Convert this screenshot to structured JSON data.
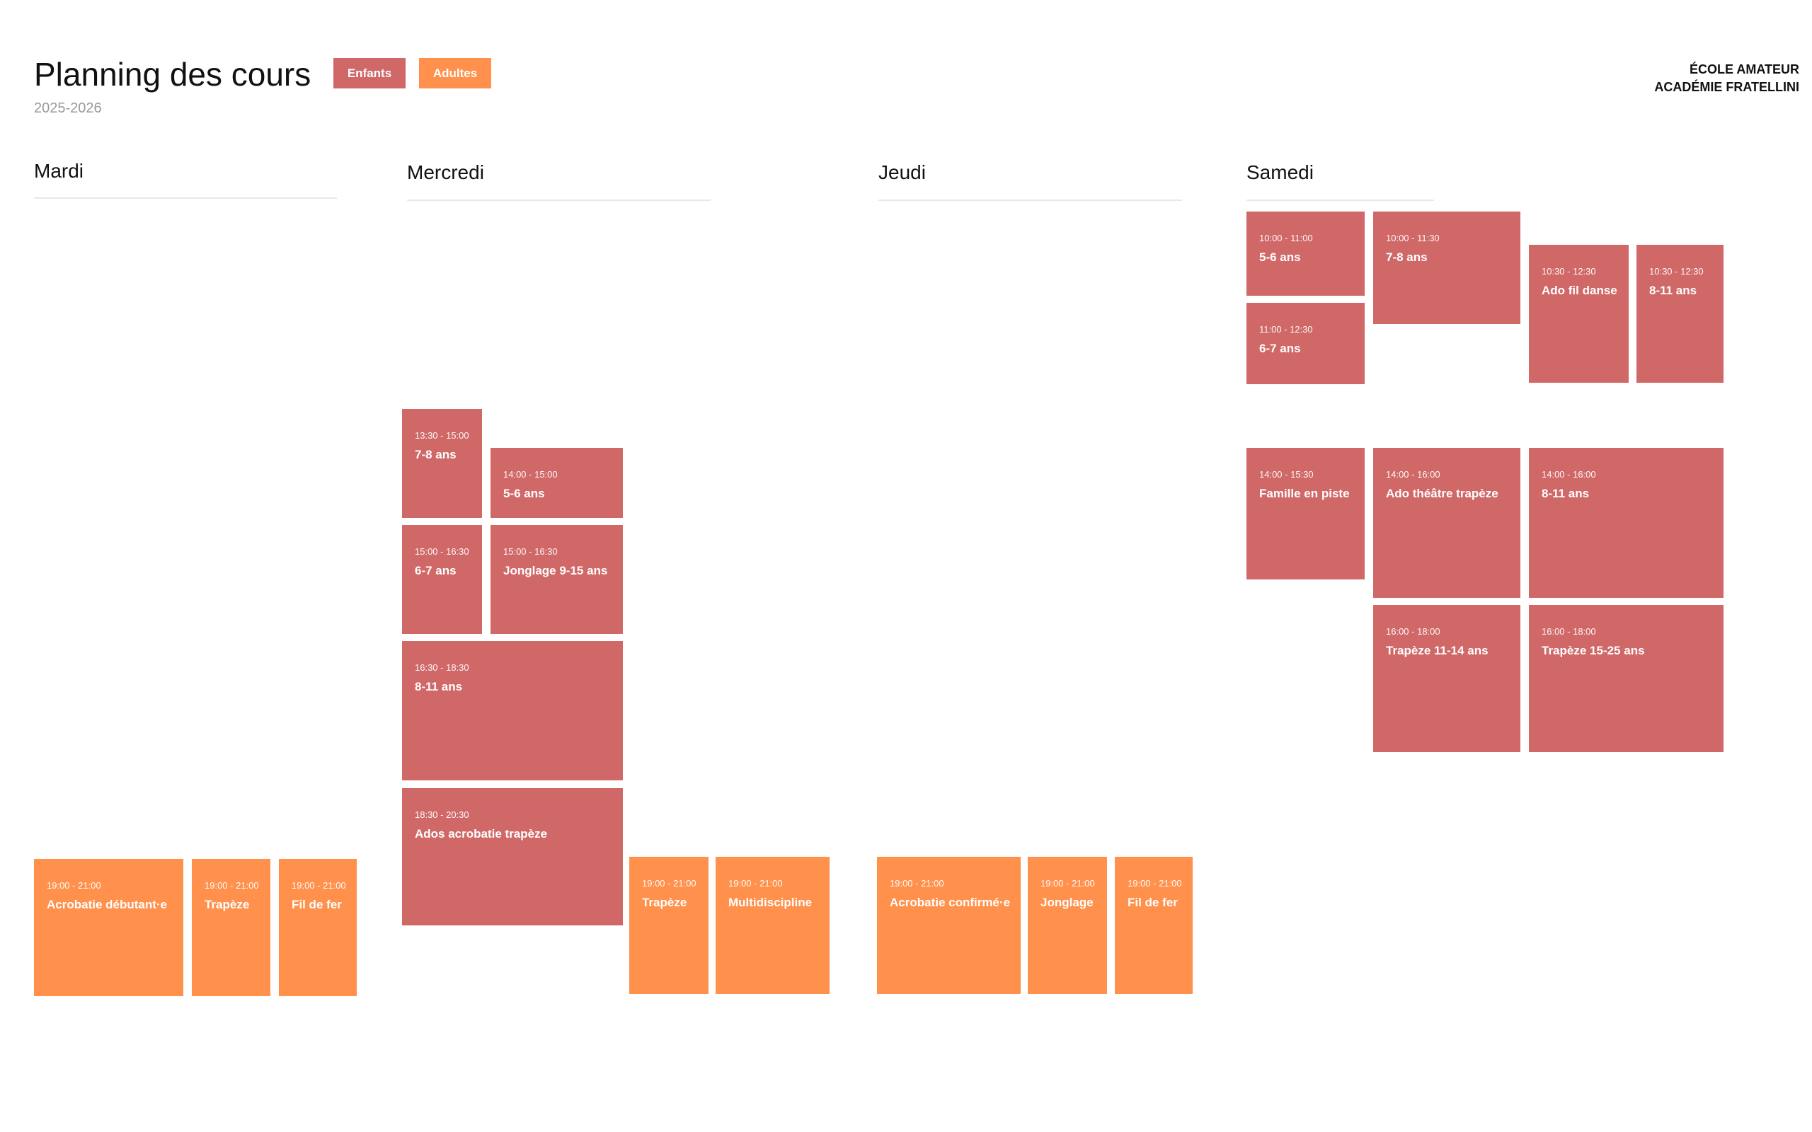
{
  "header": {
    "title": "Planning des cours",
    "subtitle": "2025-2026",
    "legend": {
      "enfants": "Enfants",
      "adultes": "Adultes"
    },
    "org_line1": "ÉCOLE AMATEUR",
    "org_line2": "ACADÉMIE FRATELLINI"
  },
  "colors": {
    "enfants": "#D16868",
    "adultes": "#FF914D"
  },
  "days": [
    {
      "name": "Mardi",
      "courses": [
        {
          "time": "19:00 - 21:00",
          "name": "Acrobatie débutant·e",
          "category": "adultes"
        },
        {
          "time": "19:00 - 21:00",
          "name": "Trapèze",
          "category": "adultes"
        },
        {
          "time": "19:00 - 21:00",
          "name": "Fil de fer",
          "category": "adultes"
        }
      ]
    },
    {
      "name": "Mercredi",
      "courses": [
        {
          "time": "13:30 - 15:00",
          "name": "7-8 ans",
          "category": "enfants"
        },
        {
          "time": "14:00 - 15:00",
          "name": "5-6 ans",
          "category": "enfants"
        },
        {
          "time": "15:00 - 16:30",
          "name": "6-7 ans",
          "category": "enfants"
        },
        {
          "time": "15:00 - 16:30",
          "name": "Jonglage 9-15 ans",
          "category": "enfants"
        },
        {
          "time": "16:30 - 18:30",
          "name": "8-11 ans",
          "category": "enfants"
        },
        {
          "time": "18:30 - 20:30",
          "name": "Ados acrobatie trapèze",
          "category": "enfants"
        },
        {
          "time": "19:00 - 21:00",
          "name": "Trapèze",
          "category": "adultes"
        },
        {
          "time": "19:00 - 21:00",
          "name": "Multidiscipline",
          "category": "adultes"
        }
      ]
    },
    {
      "name": "Jeudi",
      "courses": [
        {
          "time": "19:00 - 21:00",
          "name": "Acrobatie confirmé·e",
          "category": "adultes"
        },
        {
          "time": "19:00 - 21:00",
          "name": "Jonglage",
          "category": "adultes"
        },
        {
          "time": "19:00 - 21:00",
          "name": "Fil de fer",
          "category": "adultes"
        }
      ]
    },
    {
      "name": "Samedi",
      "courses": [
        {
          "time": "10:00 - 11:00",
          "name": "5-6 ans",
          "category": "enfants"
        },
        {
          "time": "11:00 - 12:30",
          "name": "6-7 ans",
          "category": "enfants"
        },
        {
          "time": "10:00 - 11:30",
          "name": "7-8 ans",
          "category": "enfants"
        },
        {
          "time": "10:30 - 12:30",
          "name": "Ado fil danse",
          "category": "enfants"
        },
        {
          "time": "10:30 - 12:30",
          "name": "8-11 ans",
          "category": "enfants"
        },
        {
          "time": "14:00 - 15:30",
          "name": "Famille en piste",
          "category": "enfants"
        },
        {
          "time": "14:00 - 16:00",
          "name": "Ado théâtre trapèze",
          "category": "enfants"
        },
        {
          "time": "14:00 - 16:00",
          "name": "8-11 ans",
          "category": "enfants"
        },
        {
          "time": "16:00 - 18:00",
          "name": "Trapèze 11-14 ans",
          "category": "enfants"
        },
        {
          "time": "16:00 - 18:00",
          "name": "Trapèze 15-25 ans",
          "category": "enfants"
        }
      ]
    }
  ]
}
